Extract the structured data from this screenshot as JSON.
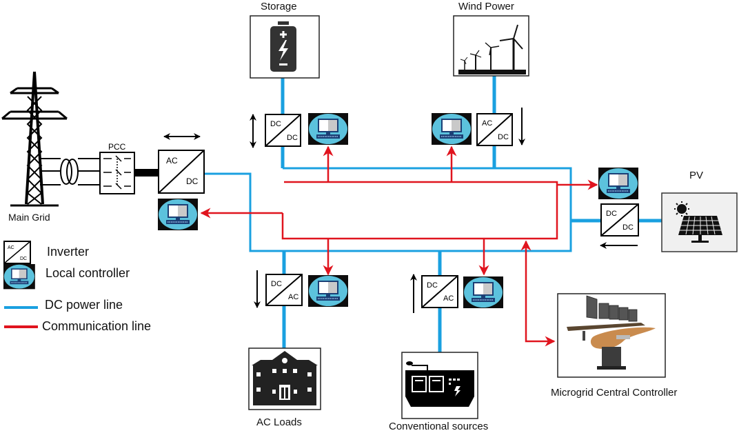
{
  "title": "Microgrid architecture diagram",
  "colors": {
    "dc_power_line": "#1aa0e0",
    "communication_line": "#e0141e",
    "controller_bg": "#0d0d0d",
    "controller_disc": "#5cc2dd",
    "pv_box_fill": "#f0f0f0"
  },
  "nodes": {
    "storage": {
      "label": "Storage",
      "converter": {
        "top": "DC",
        "bottom": "DC"
      },
      "flow": "bidirectional"
    },
    "wind": {
      "label": "Wind Power",
      "converter": {
        "top": "AC",
        "bottom": "DC"
      },
      "flow": "down"
    },
    "pv": {
      "label": "PV",
      "converter": {
        "top": "DC",
        "bottom": "DC"
      },
      "flow": "left"
    },
    "main_grid": {
      "label": "Main Grid",
      "pcc_label": "PCC",
      "converter": {
        "top": "AC",
        "bottom": "DC"
      },
      "flow": "bidirectional"
    },
    "ac_loads": {
      "label": "AC Loads",
      "converter": {
        "top": "DC",
        "bottom": "AC"
      },
      "flow": "down"
    },
    "conventional": {
      "label": "Conventional sources",
      "converter": {
        "top": "DC",
        "bottom": "AC"
      },
      "flow": "up"
    },
    "central_controller": {
      "label": "Microgrid Central Controller"
    }
  },
  "legend": {
    "items": [
      {
        "symbol": "inverter",
        "label": "Inverter",
        "icon_top": "AC",
        "icon_bottom": "DC"
      },
      {
        "symbol": "local-controller",
        "label": "Local controller"
      },
      {
        "symbol": "dc-line",
        "label": "DC power line"
      },
      {
        "symbol": "comm-line",
        "label": "Communication line"
      }
    ]
  }
}
